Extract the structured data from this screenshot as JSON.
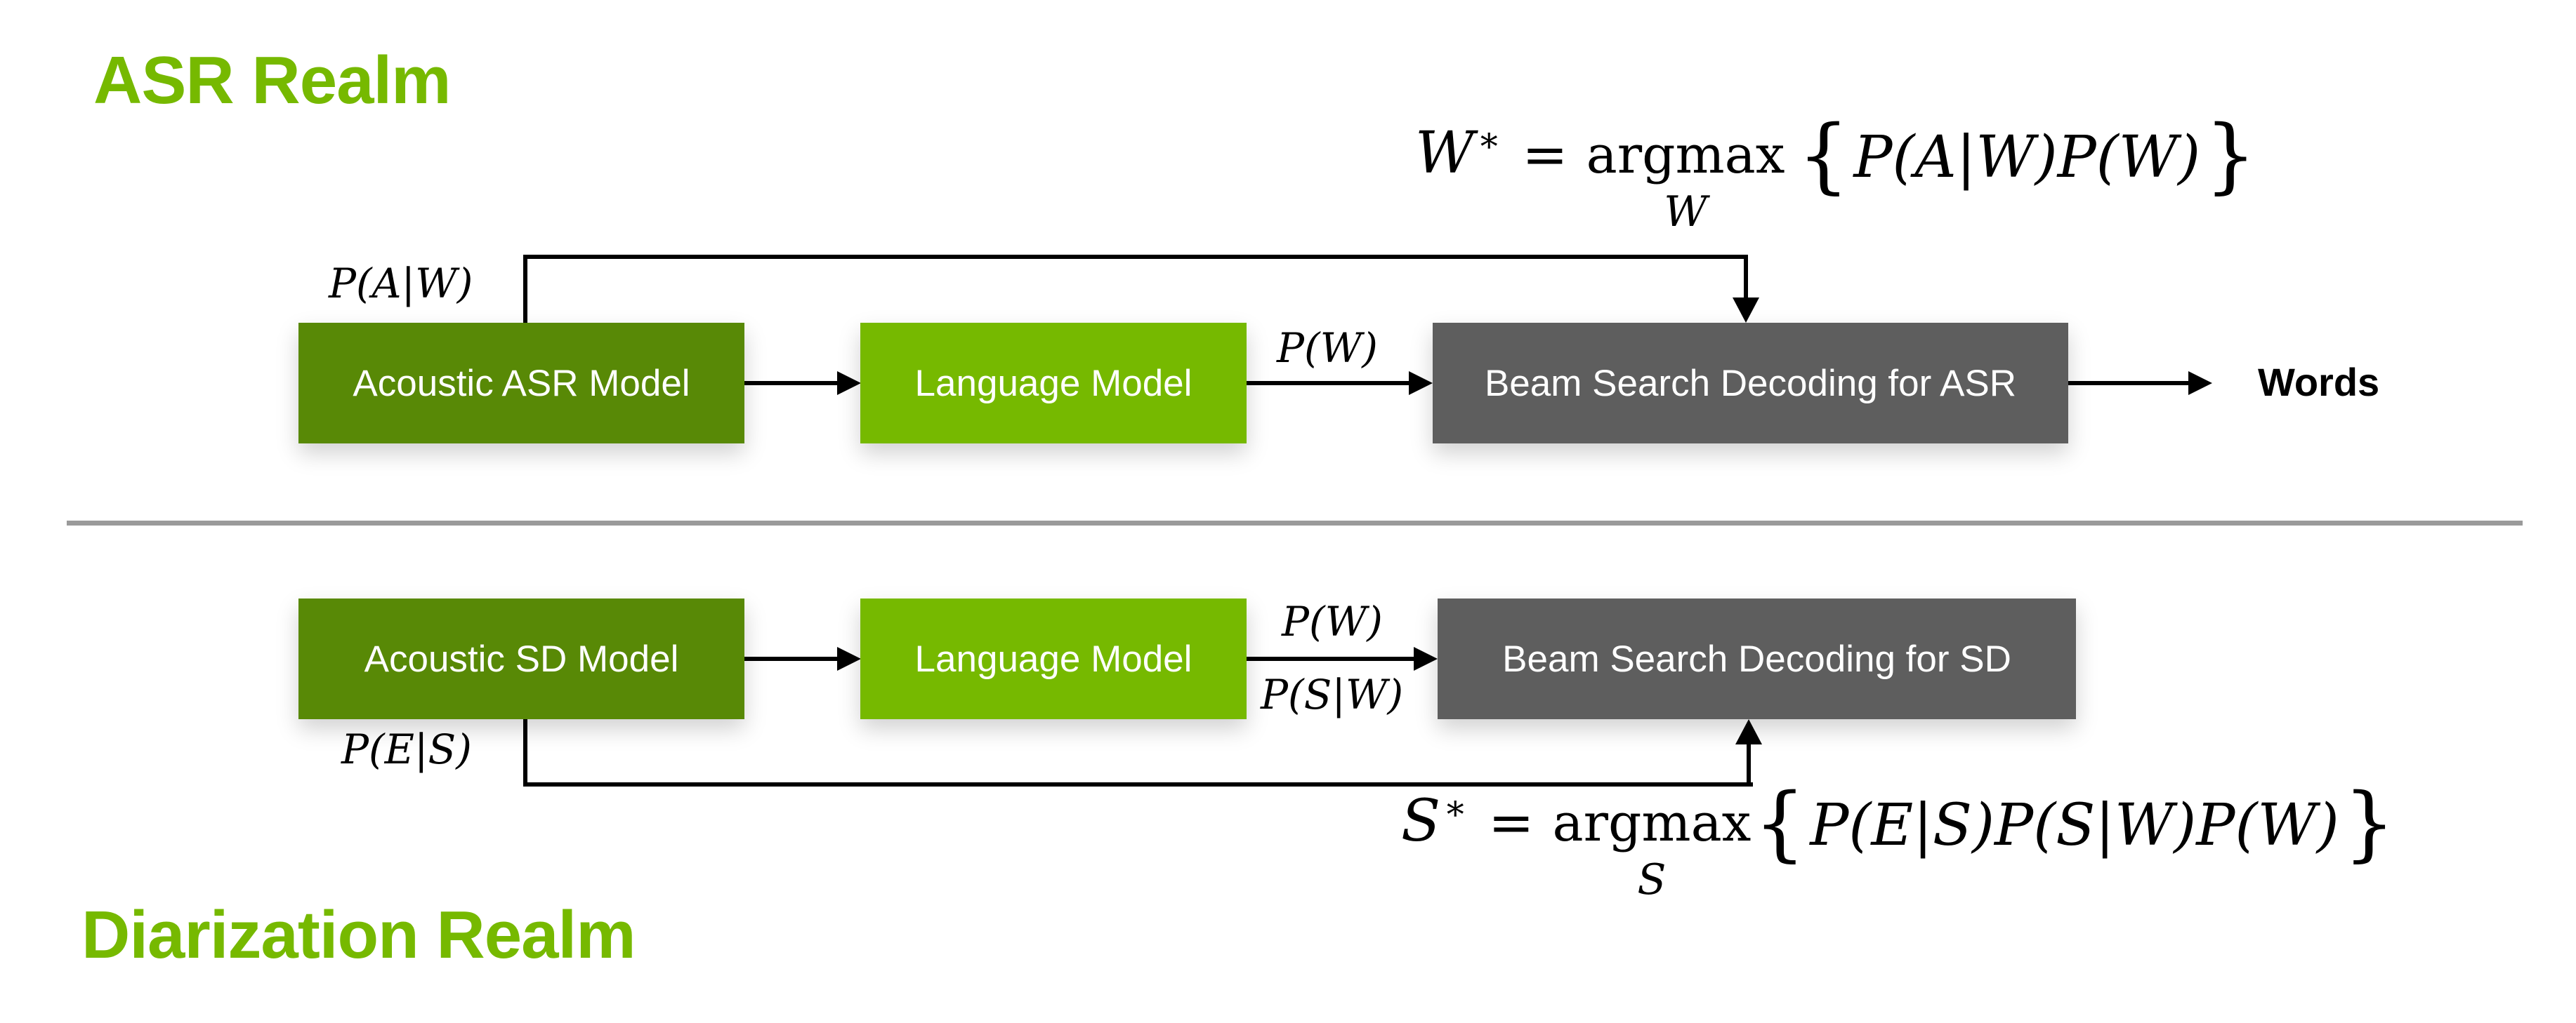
{
  "titles": {
    "asr": "ASR Realm",
    "diarization": "Diarization Realm"
  },
  "colors": {
    "accent_green": "#76b900",
    "dark_green": "#588906",
    "box_gray": "#5e5e5e",
    "divider_gray": "#9a9a9a"
  },
  "asr_row": {
    "acoustic_box": "Acoustic ASR Model",
    "language_box": "Language Model",
    "beam_box": "Beam Search Decoding for ASR",
    "output_label": "Words",
    "p_aw": "P(A|W)",
    "p_w": "P(W)"
  },
  "sd_row": {
    "acoustic_box": "Acoustic SD Model",
    "language_box": "Language Model",
    "beam_box": "Beam Search Decoding for SD",
    "p_es": "P(E|S)",
    "p_w": "P(W)",
    "p_sw": "P(S|W)"
  },
  "formulas": {
    "asr": {
      "var": "W",
      "star": "∗",
      "eq": "=",
      "op": "argmax",
      "sub": "W",
      "lbrace": "{",
      "expr": "P(A|W)P(W)",
      "rbrace": "}"
    },
    "sd": {
      "var": "S",
      "star": "∗",
      "eq": "=",
      "op": "argmax",
      "sub": "S",
      "lbrace": "{",
      "expr": "P(E|S)P(S|W)P(W)",
      "rbrace": "}"
    }
  }
}
